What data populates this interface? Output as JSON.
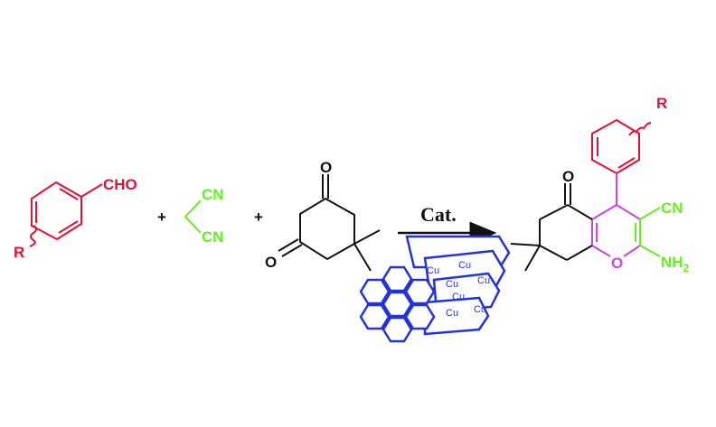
{
  "colors": {
    "aldehyde": "#dd1133",
    "nitrile": "#66ee22",
    "ring": "#cc44dd",
    "catalyst": "#2233dd",
    "bond": "#111111"
  },
  "reactant_aldehyde": {
    "group": "CHO",
    "substituent": "R"
  },
  "plus_1": "+",
  "reactant_malononitrile": {
    "cn_top": "CN",
    "cn_bottom": "CN"
  },
  "plus_2": "+",
  "reactant_dimedone": {
    "o_top": "O",
    "o_bottom": "O"
  },
  "arrow": {
    "label": "Cat."
  },
  "catalyst": {
    "metal_labels": [
      "Cu",
      "Cu",
      "Cu",
      "Cu",
      "Cu",
      "Cu",
      "Cu"
    ]
  },
  "product": {
    "substituent": "R",
    "o_keto": "O",
    "o_ring": "O",
    "cn": "CN",
    "amine": "NH",
    "amine_sub": "2"
  }
}
